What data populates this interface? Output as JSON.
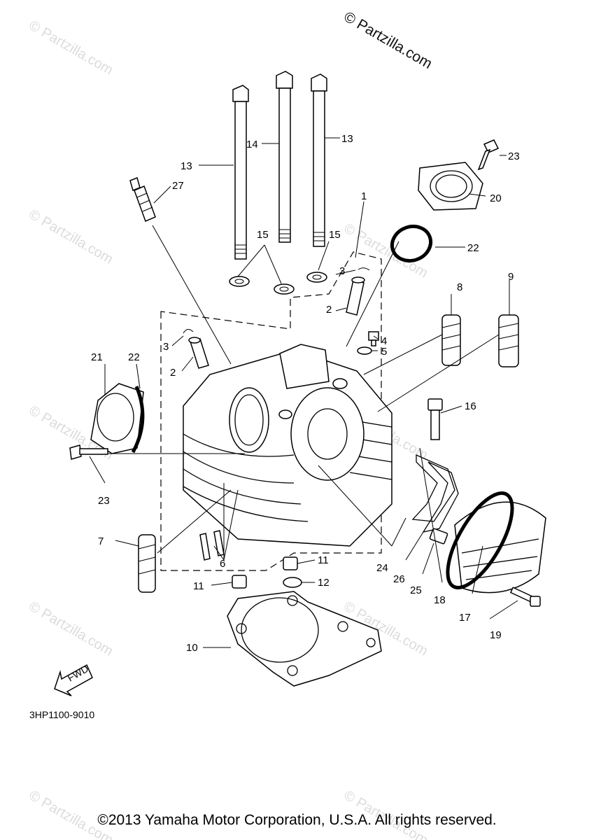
{
  "watermark_top": "© Partzilla.com",
  "watermark_faint": "© Partzilla.com",
  "diagram_code": "3HP1100-9010",
  "fwd_label": "FWD",
  "copyright": "©2013  Yamaha Motor Corporation, U.S.A. All rights reserved.",
  "callouts": {
    "p1": "1",
    "p2a": "2",
    "p2b": "2",
    "p3a": "3",
    "p3b": "3",
    "p4": "4",
    "p5": "5",
    "p6": "6",
    "p7": "7",
    "p8": "8",
    "p9": "9",
    "p10": "10",
    "p11a": "11",
    "p11b": "11",
    "p12": "12",
    "p13a": "13",
    "p13b": "13",
    "p14": "14",
    "p15a": "15",
    "p15b": "15",
    "p16": "16",
    "p17": "17",
    "p18": "18",
    "p19": "19",
    "p20": "20",
    "p21": "21",
    "p22a": "22",
    "p22b": "22",
    "p23a": "23",
    "p23b": "23",
    "p24": "24",
    "p25": "25",
    "p26": "26",
    "p27": "27"
  }
}
